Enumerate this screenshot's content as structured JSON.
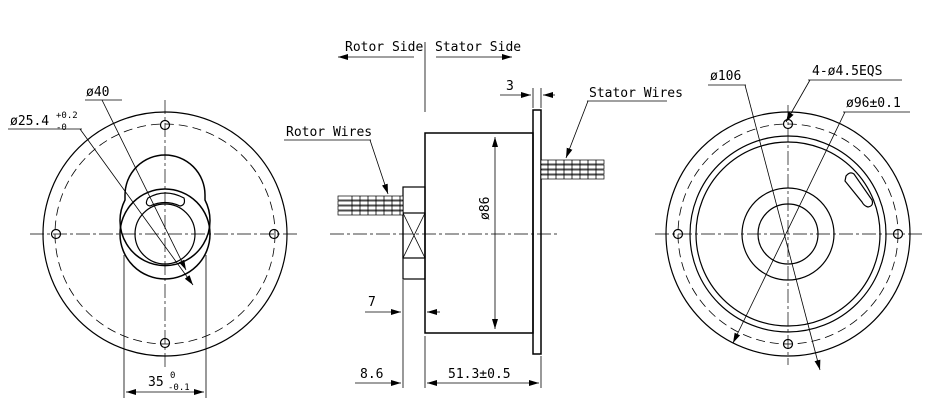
{
  "labels": {
    "rotor_side": "Rotor Side",
    "stator_side": "Stator Side",
    "rotor_wires": "Rotor Wires",
    "stator_wires": "Stator Wires",
    "dim_3": "3",
    "dim_86": "ø86",
    "dim_7": "7",
    "dim_8_6": "8.6",
    "dim_51_3": "51.3±0.5",
    "dim_40": "ø40",
    "dim_25_4": "ø25.4",
    "dim_25_4_upper": "+0.2",
    "dim_25_4_lower": "-0",
    "dim_35": "35",
    "dim_35_upper": "0",
    "dim_35_lower": "-0.1",
    "dim_106": "ø106",
    "dim_holes": "4-ø4.5EQS",
    "dim_96": "ø96±0.1"
  },
  "colors": {
    "line": "#000000",
    "background": "#ffffff"
  }
}
